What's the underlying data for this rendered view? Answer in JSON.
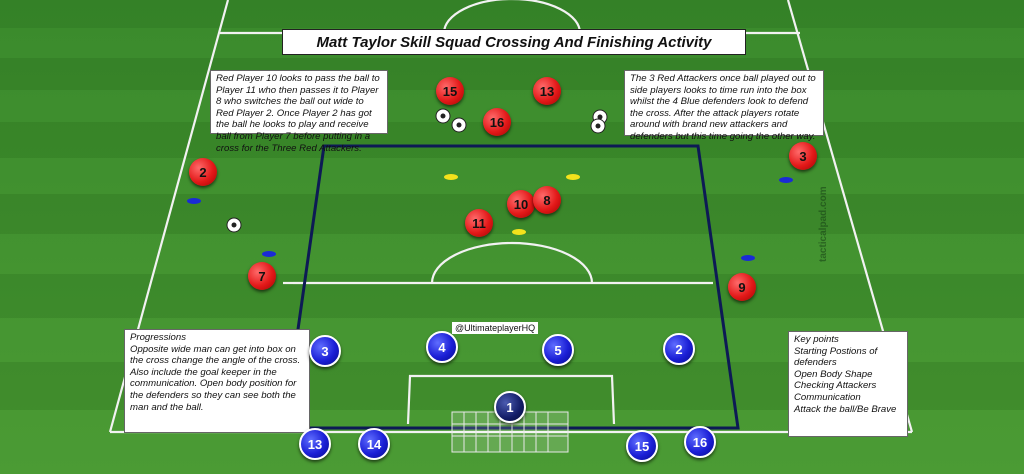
{
  "title": "Matt Taylor Skill Squad Crossing And Finishing Activity",
  "notes": {
    "top_left": "Red Player 10 looks to pass the ball to Player 11 who then passes it to Player 8 who switches the ball out wide to Red Player 2. Once Player 2 has got the ball he looks to play and receive ball from Player 7 before putting in a cross for the Three Red Attackers.",
    "top_right": "The 3 Red Attackers once ball played out to side players looks to time run into the box whilst the 4 Blue defenders look to defend the cross. After the attack players rotate around with brand new attackers and defenders but this time going the other way.",
    "progressions": "Progressions\nOpposite wide man can get into box on the cross change the angle of the cross. Also include the goal keeper in the communication. Open body position for the defenders so they can see both the man and the ball.",
    "key_points": "Key points\nStarting Postions of defenders\nOpen Body Shape\nChecking Attackers\nCommunication\nAttack the ball/Be Brave"
  },
  "handle": "@UltimateplayerHQ",
  "watermark": "tacticalpad.com",
  "colors": {
    "red_team": "#e31919",
    "blue_team": "#1b1fd6",
    "goalkeeper": "#121c66",
    "pitch": "#3f8f2e"
  },
  "red_players": [
    "15",
    "13",
    "16",
    "10",
    "8",
    "11",
    "2",
    "3",
    "7",
    "9"
  ],
  "blue_players": [
    "4",
    "5",
    "3",
    "2",
    "1",
    "13",
    "14",
    "15",
    "16"
  ]
}
